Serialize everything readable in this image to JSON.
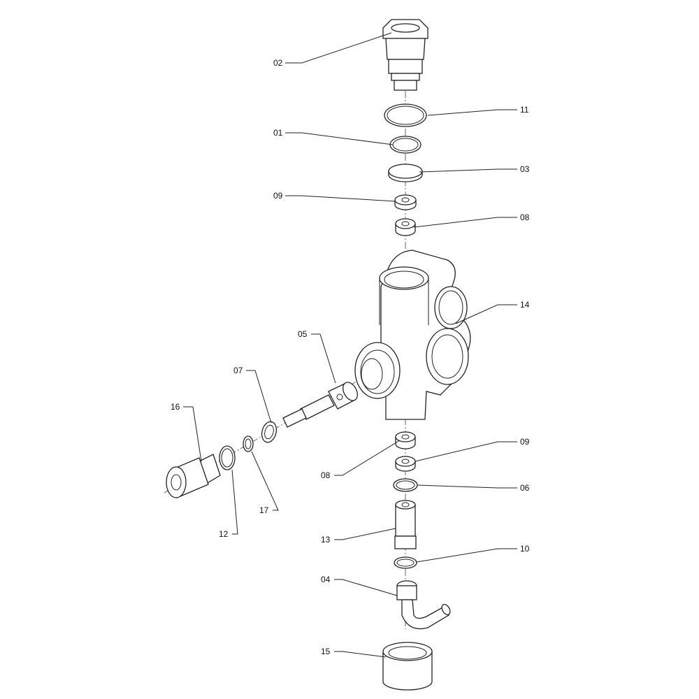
{
  "labels": {
    "p02": "02",
    "p11": "11",
    "p01": "01",
    "p03": "03",
    "p09a": "09",
    "p08a": "08",
    "p14": "14",
    "p05": "05",
    "p07": "07",
    "p16": "16",
    "p09b": "09",
    "p08b": "08",
    "p06": "06",
    "p17": "17",
    "p12": "12",
    "p13": "13",
    "p10": "10",
    "p04": "04",
    "p15": "15"
  }
}
